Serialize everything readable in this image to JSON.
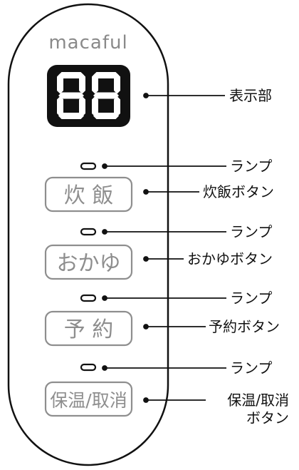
{
  "device": {
    "brand": "macaful",
    "display_digits": "88",
    "buttons": [
      {
        "id": "rice",
        "label": "炊 飯"
      },
      {
        "id": "porridge",
        "label": "おかゆ"
      },
      {
        "id": "timer",
        "label": "予 約"
      },
      {
        "id": "keep-warm-cancel",
        "label": "保温/取消"
      }
    ]
  },
  "callouts": {
    "display": "表示部",
    "lamp_1": "ランプ",
    "rice_button": "炊飯ボタン",
    "lamp_2": "ランプ",
    "porridge_button": "おかゆボタン",
    "lamp_3": "ランプ",
    "timer_button": "予約ボタン",
    "lamp_4": "ランプ",
    "keep_warm_button_line1": "保温/取消",
    "keep_warm_button_line2": "ボタン"
  },
  "colors": {
    "outline": "#111111",
    "display_bg": "#111111",
    "segment": "#ffffff",
    "button_text": "#8e8e8e",
    "button_border": "#8e8e8e",
    "brand": "#8a8a8a"
  }
}
